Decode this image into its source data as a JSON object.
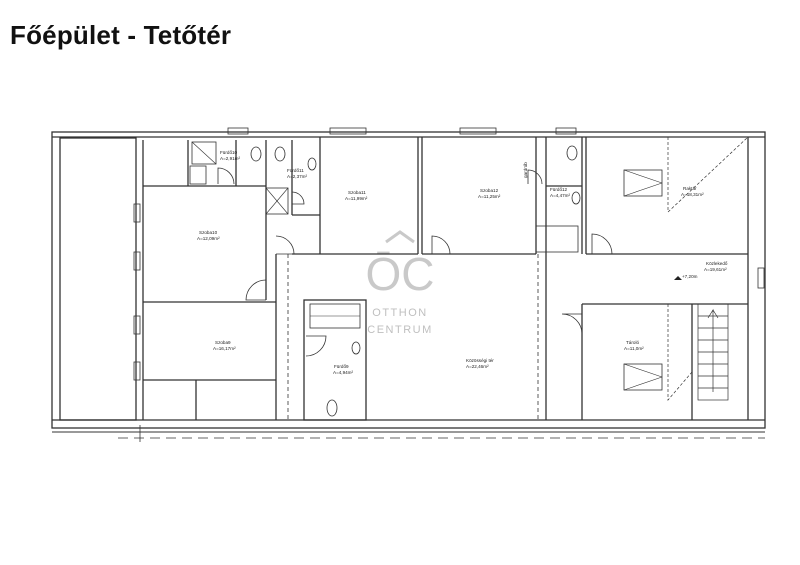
{
  "title": "Főépület - Tetőtér",
  "colors": {
    "wall": "#333333",
    "background": "#ffffff",
    "watermark": "#c0c0c0"
  },
  "watermark": {
    "monogram": "ŌC",
    "line1": "OTTHON",
    "line2": "CENTRUM"
  },
  "rooms": [
    {
      "id": "furdo10",
      "name": "Fürdő10",
      "area": "A=2,91m²"
    },
    {
      "id": "furdo11",
      "name": "Fürdő11",
      "area": "A=2,37m²"
    },
    {
      "id": "szoba11",
      "name": "Szoba11",
      "area": "A=11,99m²"
    },
    {
      "id": "szoba12",
      "name": "Szoba12",
      "area": "A=11,25m²"
    },
    {
      "id": "furdo12",
      "name": "Fürdő12",
      "area": "A=4,47m²"
    },
    {
      "id": "raktar",
      "name": "Raktár",
      "area": "A=18,31m²"
    },
    {
      "id": "szoba10",
      "name": "Szoba10",
      "area": "A=12,09m²"
    },
    {
      "id": "kozlekedo",
      "name": "Közlekedő",
      "area": "A=19,61m²"
    },
    {
      "id": "szoba9",
      "name": "Szoba9",
      "area": "A=16,17m²"
    },
    {
      "id": "furdo9",
      "name": "Fürdő9",
      "area": "A=4,94m²"
    },
    {
      "id": "kozosseg",
      "name": "Közösségi tér",
      "area": "A=22,46m²"
    },
    {
      "id": "tarolo",
      "name": "Tároló",
      "area": "A=11,0m²"
    }
  ],
  "annotations": {
    "gardrob": "gardrób",
    "level": "+7,20m"
  }
}
